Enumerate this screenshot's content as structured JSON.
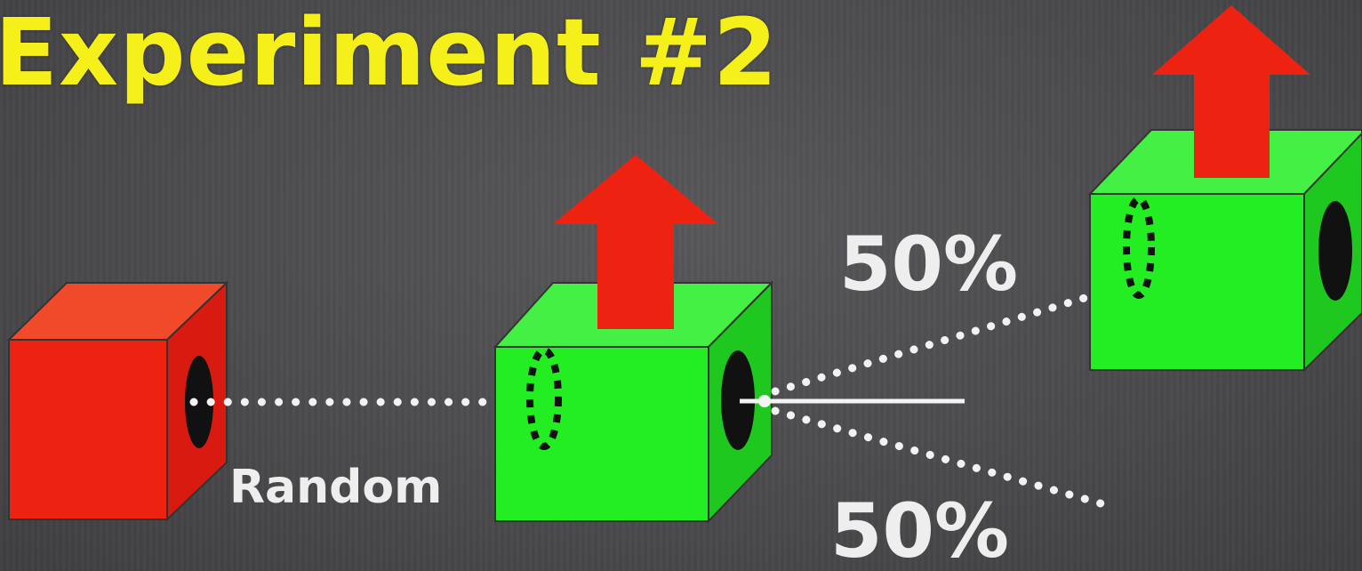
{
  "title": "Experiment #2",
  "labels": {
    "random": "Random",
    "probability_up": "50%",
    "probability_down": "50%"
  },
  "colors": {
    "title": "#f5f01a",
    "background": "#4a4a4c",
    "source_box": "#ee2211",
    "detector_box": "#22ee22",
    "arrow": "#ee2211",
    "path": "#f2f2f2"
  }
}
